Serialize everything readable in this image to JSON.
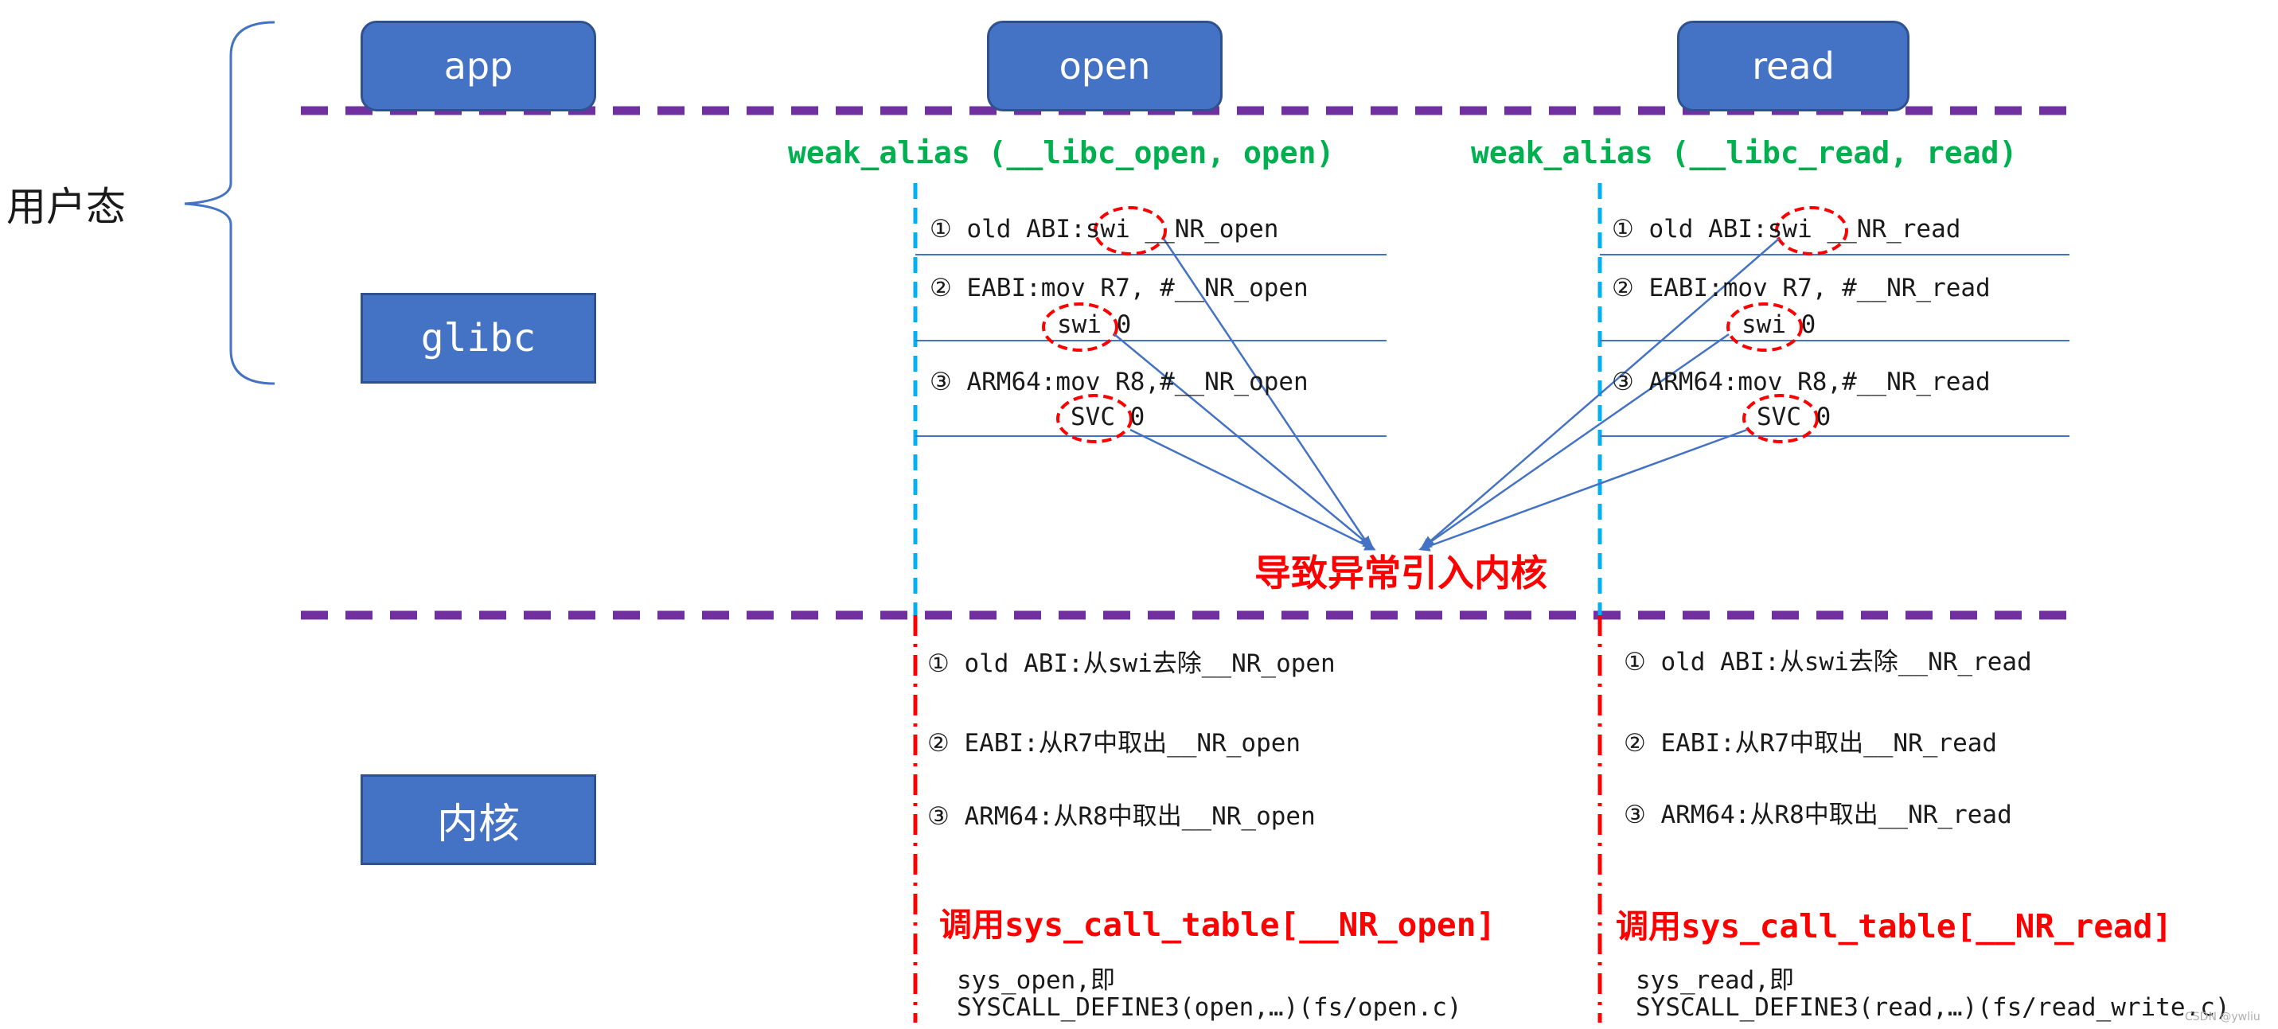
{
  "user_space_label": "用户态",
  "boxes": {
    "app": "app",
    "open": "open",
    "read": "read",
    "glibc": "glibc",
    "kernel": "内核"
  },
  "alias": {
    "open": "weak_alias (__libc_open, open)",
    "read": "weak_alias (__libc_read, read)"
  },
  "glibc_open": {
    "oldabi_prefix": "① old ABI:",
    "oldabi_swi": "swi",
    "oldabi_suffix": " __NR_open",
    "eabi_line1": "② EABI:mov R7, #__NR_open",
    "eabi_swi": "swi",
    "eabi_zero": "0",
    "arm64_line1": "③ ARM64:mov R8,#__NR_open",
    "arm64_svc": "SVC",
    "arm64_zero": "0"
  },
  "glibc_read": {
    "oldabi_prefix": "① old ABI:",
    "oldabi_swi": "swi",
    "oldabi_suffix": " __NR_read",
    "eabi_line1": "② EABI:mov R7, #__NR_read",
    "eabi_swi": "swi",
    "eabi_zero": "0",
    "arm64_line1": "③ ARM64:mov R8,#__NR_read",
    "arm64_svc": "SVC",
    "arm64_zero": "0"
  },
  "trap_label": "导致异常引入内核",
  "kernel_open": {
    "oldabi": "① old ABI:从swi去除__NR_open",
    "eabi": "② EABI:从R7中取出__NR_open",
    "arm64": "③ ARM64:从R8中取出__NR_open",
    "call": "调用sys_call_table[__NR_open]",
    "impl1": "sys_open,即",
    "impl2": "SYSCALL_DEFINE3(open,…)(fs/open.c)"
  },
  "kernel_read": {
    "oldabi": "① old ABI:从swi去除__NR_read",
    "eabi": "② EABI:从R7中取出__NR_read",
    "arm64": "③ ARM64:从R8中取出__NR_read",
    "call": "调用sys_call_table[__NR_read]",
    "impl1": "sys_read,即",
    "impl2": "SYSCALL_DEFINE3(read,…)(fs/read_write.c)"
  },
  "watermark": "CSDN @ywliu",
  "colors": {
    "box_fill": "#4472c4",
    "box_border": "#2f528f",
    "divider_purple": "#7030a0",
    "vline_blue": "#00b0f0",
    "vline_red": "#ff0000",
    "alias_green": "#00b050",
    "arrow_blue": "#4472c4",
    "circle_red": "#ff0000",
    "bracket": "#4472c4"
  }
}
